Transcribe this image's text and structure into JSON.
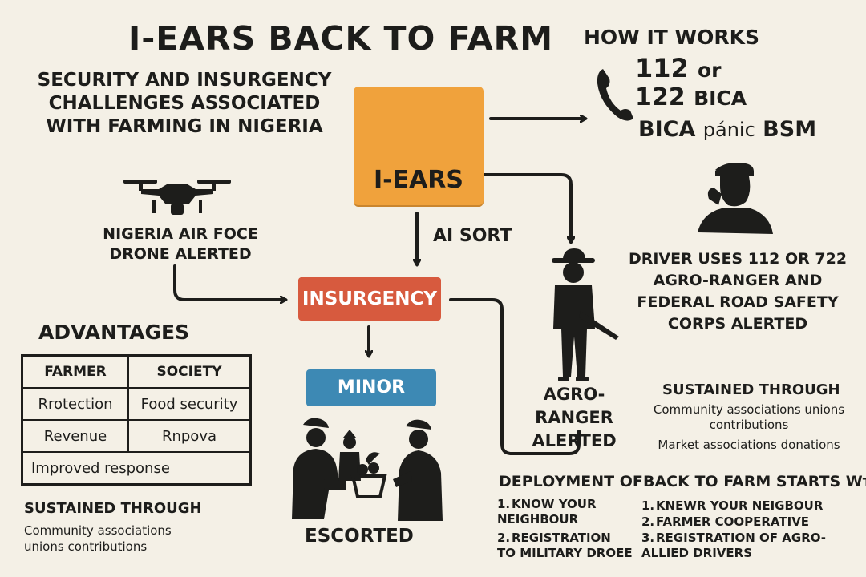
{
  "header": {
    "title": "I-EARS BACK TO FARM",
    "subtitle": "SECURITY AND INSURGENCY CHALLENGES ASSOCIATED WITH FARMING IN NIGERIA"
  },
  "how_it_works": {
    "title": "HOW IT WORKS",
    "line1_num": "112",
    "line1_text": "or",
    "line2_num": "122",
    "line2_text": "BICA",
    "line3_bold": "BICA",
    "line3_thin": "pánic",
    "line3_end": "BSM"
  },
  "core": {
    "label": "I-EARS"
  },
  "flow": {
    "ai_sort": "AI SORT",
    "insurgency": "INSURGENCY",
    "minor": "MINOR",
    "escorted": "ESCORTED",
    "drone_label": "NIGERIA AIR FOCE DRONE ALERTED",
    "ranger_label": "AGRO-RANGER ALERTED",
    "driver_text": "DRIVER USES 112 OR 722 AGRO-RANGER AND FEDERAL ROAD SAFETY CORPS ALERTED"
  },
  "advantages": {
    "title": "ADVANTAGES",
    "headers": [
      "FARMER",
      "SOCIETY"
    ],
    "rows": [
      [
        "Rrotection",
        "Food security"
      ],
      [
        "Revenue",
        "Rnрᴏva"
      ]
    ],
    "footer": "Improved response"
  },
  "sustained_left": {
    "title": "SUSTAINED THROUGH",
    "items": [
      "Community associations",
      "unions contributions"
    ]
  },
  "sustained_right": {
    "title": "SUSTAINED THROUGH",
    "items": [
      "Community associations unions contributions",
      "Market associations donations"
    ]
  },
  "deployment": {
    "title": "DEPLOYMENT OF",
    "items": [
      {
        "num": "1.",
        "text": "KNOW YOUR NEIGHBOUR"
      },
      {
        "num": "2.",
        "text": "REGISTRATION TO MILITARY DROEE"
      }
    ]
  },
  "back_to_farm": {
    "title": "BACK TO FARM STARTS Wᴛh:",
    "items": [
      {
        "num": "1.",
        "text": "KNEWR YOUR NEIGBOUR"
      },
      {
        "num": "2.",
        "text": "FARMER COOPERATIVE"
      },
      {
        "num": "3.",
        "text": "REGISTRATION OF AGRO-ALLIED DRIVERS"
      }
    ]
  },
  "colors": {
    "background": "#f4f0e6",
    "core": "#f0a23c",
    "insurgency": "#d75a3e",
    "minor": "#3d89b4",
    "ink": "#1d1d1b"
  },
  "icons": [
    "chip-icon",
    "phone-icon",
    "drone-icon",
    "driver-icon",
    "ranger-icon",
    "farmers-icon"
  ]
}
